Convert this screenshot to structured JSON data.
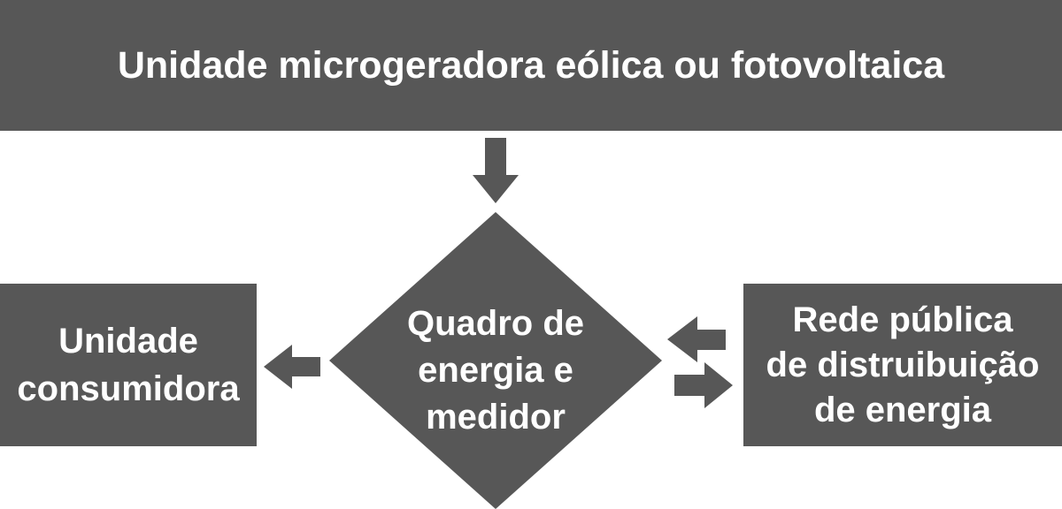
{
  "colors": {
    "box_fill": "#575757",
    "text": "#ffffff",
    "background": "#ffffff"
  },
  "nodes": {
    "generator": {
      "label": "Unidade microgeradora eólica ou fotovoltaica"
    },
    "panel": {
      "lines": [
        "Quadro de",
        "energia e",
        "medidor"
      ]
    },
    "consumer": {
      "lines": [
        "Unidade",
        "consumidora"
      ]
    },
    "grid": {
      "lines": [
        "Rede pública",
        "de distruibuição",
        "de energia"
      ]
    }
  },
  "edges": [
    {
      "from": "generator",
      "to": "panel",
      "direction": "down"
    },
    {
      "from": "panel",
      "to": "consumer",
      "direction": "left"
    },
    {
      "from": "grid",
      "to": "panel",
      "direction": "left"
    },
    {
      "from": "panel",
      "to": "grid",
      "direction": "right"
    }
  ]
}
